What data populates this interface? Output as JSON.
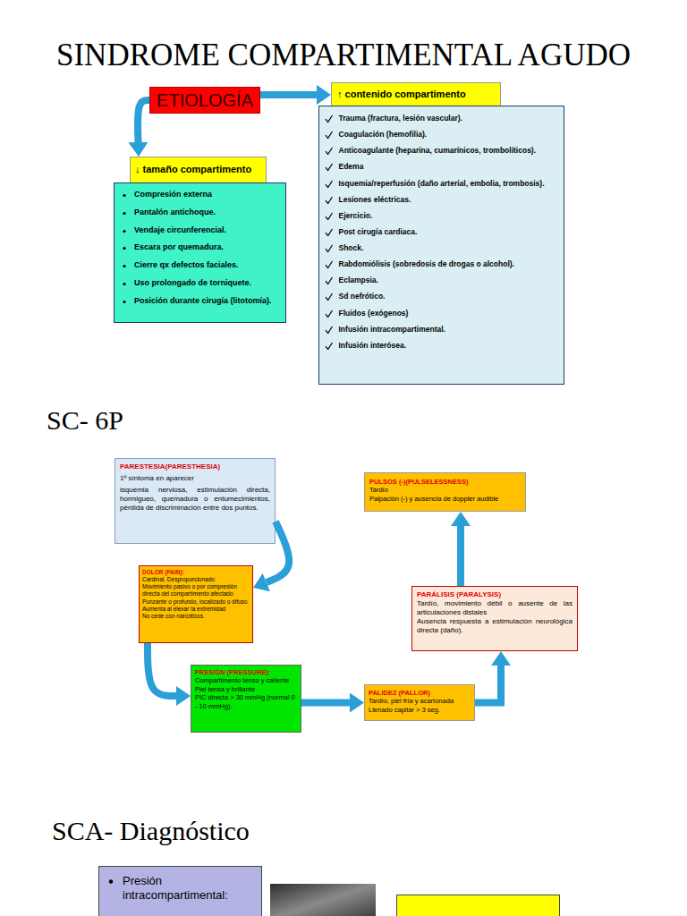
{
  "diagram": {
    "title": "SINDROME COMPARTIMENTAL AGUDO",
    "nodes": [
      {
        "text": [
          "ETIOLOGÍA"
        ]
      },
      {
        "text": [
          "↑ contenido compartimento"
        ]
      },
      {
        "text": [
          "Trauma (fractura, lesión vascular).",
          "Coagulación (hemofilia).",
          "Anticoagulante (heparina, cumarínicos, trombolíticos).",
          "Edema",
          "Isquemia/reperfusión (daño arterial, embolia, trombosis).",
          "Lesiones eléctricas.",
          "Ejercicio.",
          "Post cirugía cardiaca.",
          "Shock.",
          "Rabdomiólisis (sobredosis de drogas o alcohol).",
          "Eclampsia.",
          "Sd nefrótico.",
          "Fluidos (exógenos)",
          "Infusión intracompartimental.",
          "Infusión interósea."
        ]
      },
      {
        "text": [
          "↓ tamaño compartimento"
        ]
      },
      {
        "text": [
          "Compresión externa",
          "Pantalón antichoque.",
          "Vendaje circunferencial.",
          "Escara por quemadura.",
          "Cierre qx defectos faciales.",
          "Uso prolongado de torniquete.",
          "Posición durante cirugía (litotomía)."
        ]
      },
      {
        "text": [
          "PARESTESIA(PARESTHESIA)",
          "1º síntoma en aparecer",
          "isquemia nerviosa, estimulación directa, hormigueo, quemadura o entumecimientos, pérdida de discriminación entre dos puntos."
        ]
      },
      {
        "text": [
          "DOLOR (PAIN):",
          "Cardinal. Desproporcionado",
          "Movimiento pasivo o por compresión directa del compartimento afectado",
          "Punzante o profundo, localizado o difuso",
          "Aumenta al elevar la extremidad",
          "No cede con narcóticos."
        ]
      },
      {
        "text": [
          "PRESIÓN (PRESSURE):",
          "Compartimento tenso y caliente",
          "Piel tensa y brillante",
          "PIC directa > 30 mmHg (normal 0 - 10 mmHg)."
        ]
      },
      {
        "text": [
          "PALIDEZ (PALLOR)",
          "Tardío, piel fría y acartonada",
          "Llenado capilar > 3 seg."
        ]
      },
      {
        "text": [
          "PARÁLISIS (PARALYSIS)",
          "Tardío, movimiento débil o ausente de las articulaciones distales",
          "Ausencia respuesta a estimulación neurológica directa (daño)."
        ]
      },
      {
        "text": [
          "PULSOS (-)(PULSELESSNESS)",
          "Tardío",
          "Palpación (-) y ausencia de doppler audible"
        ]
      },
      {
        "text": [
          "Presión intracompartimental:"
        ]
      }
    ],
    "edges": [
      {
        "from": 0,
        "to": 1,
        "arrow": "to"
      },
      {
        "from": 0,
        "to": 3,
        "arrow": "to"
      },
      {
        "from": 5,
        "to": 6,
        "arrow": "to"
      },
      {
        "from": 6,
        "to": 7,
        "arrow": "to"
      },
      {
        "from": 7,
        "to": 8,
        "arrow": "to"
      },
      {
        "from": 8,
        "to": 9,
        "arrow": "to"
      },
      {
        "from": 9,
        "to": 10,
        "arrow": "to"
      }
    ],
    "labels": [
      "SC- 6P",
      "SCA- Diagnóstico"
    ]
  }
}
